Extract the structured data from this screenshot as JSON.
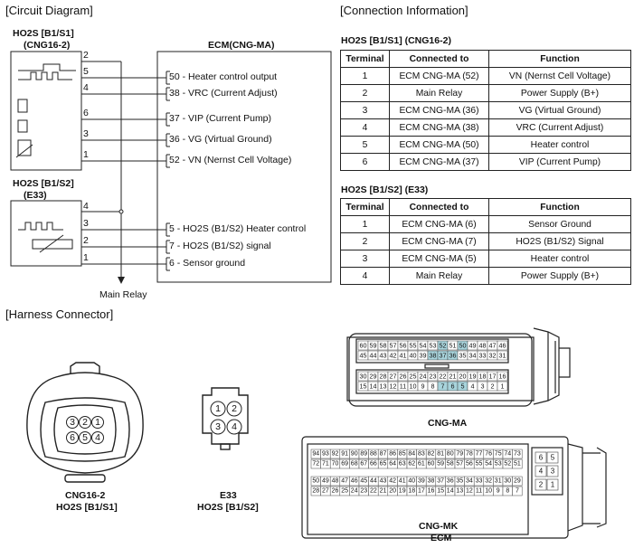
{
  "sections": {
    "circuit": "[Circuit Diagram]",
    "connection": "[Connection Information]",
    "harness": "[Harness Connector]"
  },
  "sensor1": {
    "title": "HO2S [B1/S1]",
    "sub": "(CNG16-2)",
    "pins": [
      "2",
      "5",
      "4",
      "6",
      "3",
      "1"
    ]
  },
  "sensor2": {
    "title": "HO2S [B1/S2]",
    "sub": "(E33)",
    "pins": [
      "4",
      "3",
      "2",
      "1"
    ]
  },
  "ecm": {
    "title": "ECM(CNG-MA)",
    "terminals": [
      {
        "num": "50",
        "label": " - Heater control output"
      },
      {
        "num": "38",
        "label": " - VRC (Current Adjust)"
      },
      {
        "num": "37",
        "label": " - VIP (Current Pump)"
      },
      {
        "num": "36",
        "label": " - VG (Virtual Ground)"
      },
      {
        "num": "52",
        "label": " - VN (Nernst Cell Voltage)"
      },
      {
        "num": "5",
        "label": " - HO2S (B1/S2) Heater control"
      },
      {
        "num": "7",
        "label": " - HO2S (B1/S2) signal"
      },
      {
        "num": "6",
        "label": " - Sensor ground"
      }
    ]
  },
  "main_relay": "Main Relay",
  "table1": {
    "title": "HO2S [B1/S1] (CNG16-2)",
    "headers": [
      "Terminal",
      "Connected to",
      "Function"
    ],
    "rows": [
      [
        "1",
        "ECM CNG-MA (52)",
        "VN (Nernst Cell Voltage)"
      ],
      [
        "2",
        "Main Relay",
        "Power Supply (B+)"
      ],
      [
        "3",
        "ECM CNG-MA (36)",
        "VG (Virtual Ground)"
      ],
      [
        "4",
        "ECM CNG-MA (38)",
        "VRC (Current Adjust)"
      ],
      [
        "5",
        "ECM CNG-MA (50)",
        "Heater control"
      ],
      [
        "6",
        "ECM CNG-MA (37)",
        "VIP (Current Pump)"
      ]
    ]
  },
  "table2": {
    "title": "HO2S [B1/S2] (E33)",
    "headers": [
      "Terminal",
      "Connected to",
      "Function"
    ],
    "rows": [
      [
        "1",
        "ECM CNG-MA (6)",
        "Sensor Ground"
      ],
      [
        "2",
        "ECM CNG-MA (7)",
        "HO2S (B1/S2) Signal"
      ],
      [
        "3",
        "ECM CNG-MA (5)",
        "Heater control"
      ],
      [
        "4",
        "Main Relay",
        "Power Supply (B+)"
      ]
    ]
  },
  "connectors": {
    "cng16": {
      "name": "CNG16-2",
      "sub": "HO2S [B1/S1]",
      "pins_top": [
        "3",
        "2",
        "1"
      ],
      "pins_bottom": [
        "6",
        "5",
        "4"
      ]
    },
    "e33": {
      "name": "E33",
      "sub": "HO2S [B1/S2]",
      "pins": [
        "1",
        "2",
        "3",
        "4"
      ]
    },
    "cngma": {
      "name": "CNG-MA",
      "rows": [
        [
          "60",
          "59",
          "58",
          "57",
          "56",
          "55",
          "54",
          "53",
          "52",
          "51",
          "50",
          "49",
          "48",
          "47",
          "46"
        ],
        [
          "45",
          "44",
          "43",
          "42",
          "41",
          "40",
          "39",
          "38",
          "37",
          "36",
          "35",
          "34",
          "33",
          "32",
          "31"
        ],
        [
          "30",
          "29",
          "28",
          "27",
          "26",
          "25",
          "24",
          "23",
          "22",
          "21",
          "20",
          "19",
          "18",
          "17",
          "16"
        ],
        [
          "15",
          "14",
          "13",
          "12",
          "11",
          "10",
          "9",
          "8",
          "7",
          "6",
          "5",
          "4",
          "3",
          "2",
          "1"
        ]
      ],
      "highlighted": [
        "52",
        "50",
        "38",
        "37",
        "36",
        "7",
        "6",
        "5"
      ],
      "highlight_color": "#a8d4dc"
    },
    "cngmk": {
      "name": "CNG-MK",
      "sub": "ECM",
      "rows": [
        [
          "94",
          "93",
          "92",
          "91",
          "90",
          "89",
          "88",
          "87",
          "86",
          "85",
          "84",
          "83",
          "82",
          "81",
          "80",
          "79",
          "78",
          "77",
          "76",
          "75",
          "74",
          "73"
        ],
        [
          "72",
          "71",
          "70",
          "69",
          "68",
          "67",
          "66",
          "65",
          "64",
          "63",
          "62",
          "61",
          "60",
          "59",
          "58",
          "57",
          "56",
          "55",
          "54",
          "53",
          "52",
          "51"
        ],
        [
          "50",
          "49",
          "48",
          "47",
          "46",
          "45",
          "44",
          "43",
          "42",
          "41",
          "40",
          "39",
          "38",
          "37",
          "36",
          "35",
          "34",
          "33",
          "32",
          "31",
          "30",
          "29"
        ],
        [
          "28",
          "27",
          "26",
          "25",
          "24",
          "23",
          "22",
          "21",
          "20",
          "19",
          "18",
          "17",
          "16",
          "15",
          "14",
          "13",
          "12",
          "11",
          "10",
          "9",
          "8",
          "7"
        ]
      ],
      "side": [
        [
          "6",
          "5"
        ],
        [
          "4",
          "3"
        ],
        [
          "2",
          "1"
        ]
      ]
    }
  }
}
